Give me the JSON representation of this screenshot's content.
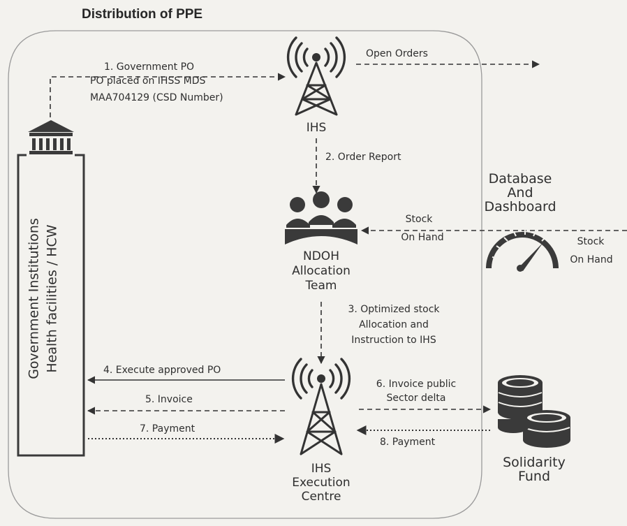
{
  "title": "Distribution of PPE",
  "institution_label": {
    "line1": "Government Institutions",
    "line2": "Health facilities / HCW"
  },
  "nodes": {
    "ihs": "IHS",
    "ndoh": [
      "NDOH",
      "Allocation",
      "Team"
    ],
    "execution": [
      "IHS",
      "Execution",
      "Centre"
    ],
    "dashboard": [
      "Database",
      "And",
      "Dashboard"
    ],
    "fund": [
      "Solidarity",
      "Fund"
    ]
  },
  "edges": {
    "gov_po": [
      "1.    Government PO",
      "PO placed on IHSS MDS",
      "MAA704129 (CSD Number)"
    ],
    "open_orders": "Open Orders",
    "order_report": "2. Order Report",
    "stock_on_hand_left": [
      "Stock",
      "On Hand"
    ],
    "stock_on_hand_right": [
      "Stock",
      "On Hand"
    ],
    "optimized": [
      "3. Optimized stock",
      "Allocation and",
      "Instruction to IHS"
    ],
    "execute_po": "4. Execute approved PO",
    "invoice": "5. Invoice",
    "invoice_public": [
      "6. Invoice public",
      "Sector delta"
    ],
    "payment7": "7. Payment",
    "payment8": "8. Payment"
  },
  "icons": {
    "institution": "government-building-icon",
    "tower": "radio-tower-icon",
    "team": "people-group-icon",
    "gauge": "speedometer-gauge-icon",
    "coins": "coin-stacks-icon"
  }
}
